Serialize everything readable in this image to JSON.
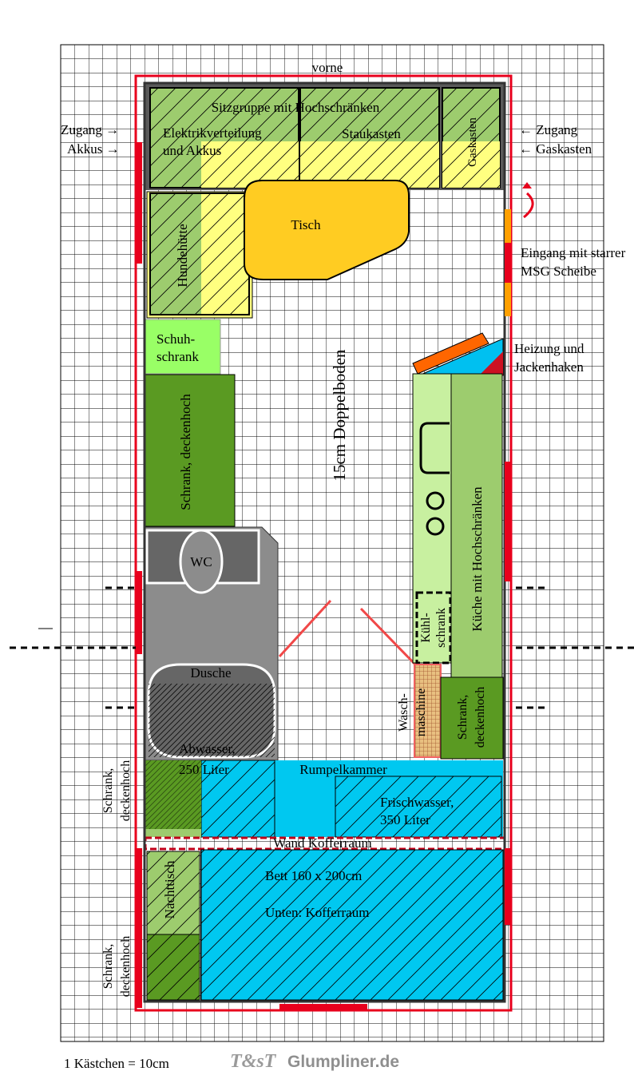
{
  "labels": {
    "vorne": "vorne",
    "zugang_akkus_1": "Zugang →",
    "zugang_akkus_2": "Akkus →",
    "zugang_gas_1": "← Zugang",
    "zugang_gas_2": "← Gaskasten",
    "sitzgruppe": "Sitzgruppe mit Hochschränken",
    "elektrik_1": "Elektrikverteilung",
    "elektrik_2": "und Akkus",
    "staukasten": "Staukasten",
    "gaskasten": "Gaskasten",
    "tisch": "Tisch",
    "hundehuette": "Hundehütte",
    "eingang_1": "Eingang mit starrer",
    "eingang_2": "MSG Scheibe",
    "heizung_1": "Heizung und",
    "heizung_2": "Jackenhaken",
    "schuh_1": "Schuh-",
    "schuh_2": "schrank",
    "schrank_deckenhoch_left": "Schrank, deckenhoch",
    "doppelboden": "15cm Doppelboden",
    "kueche": "Küche mit Hochschränken",
    "wc": "WC",
    "kuehl_1": "Kühl-",
    "kuehl_2": "schrank",
    "dusche": "Dusche",
    "abwasser_1": "Abwasser,",
    "abwasser_2": "250 Liter",
    "wasch_1": "Wasch-",
    "wasch_2": "maschine",
    "schrank_right_1": "Schrank,",
    "schrank_right_2": "deckenhoch",
    "rumpelkammer": "Rumpelkammer",
    "frischwasser_1": "Frischwasser,",
    "frischwasser_2": "350 Liter",
    "schrank_ext_1_a": "Schrank,",
    "schrank_ext_1_b": "deckenhoch",
    "wand_kofferraum": "Wand Kofferraum",
    "nachttisch": "Nachttisch",
    "bett": "Bett 160 x 200cm",
    "unten": "Unten: Kofferraum",
    "schrank_ext_2_a": "Schrank,",
    "schrank_ext_2_b": "deckenhoch",
    "scale": "1 Kästchen = 10cm",
    "logo_mark": "T&sT",
    "site": "Glumpliner.de"
  },
  "colors": {
    "outline": "#e8001c",
    "green_light": "#9dcc6e",
    "green_dark": "#5a9a22",
    "green_pale": "#c8f0a0",
    "green_bright": "#99ff66",
    "yellow": "#ffff80",
    "tisch": "#ffcc22",
    "cyan": "#00c8f0",
    "grey_dark": "#666666",
    "grey_mid": "#8c8c8c",
    "orange": "#ff6600",
    "heater_red": "#cc1122",
    "pink": "#f06060",
    "brown_check": "#e8c080"
  }
}
